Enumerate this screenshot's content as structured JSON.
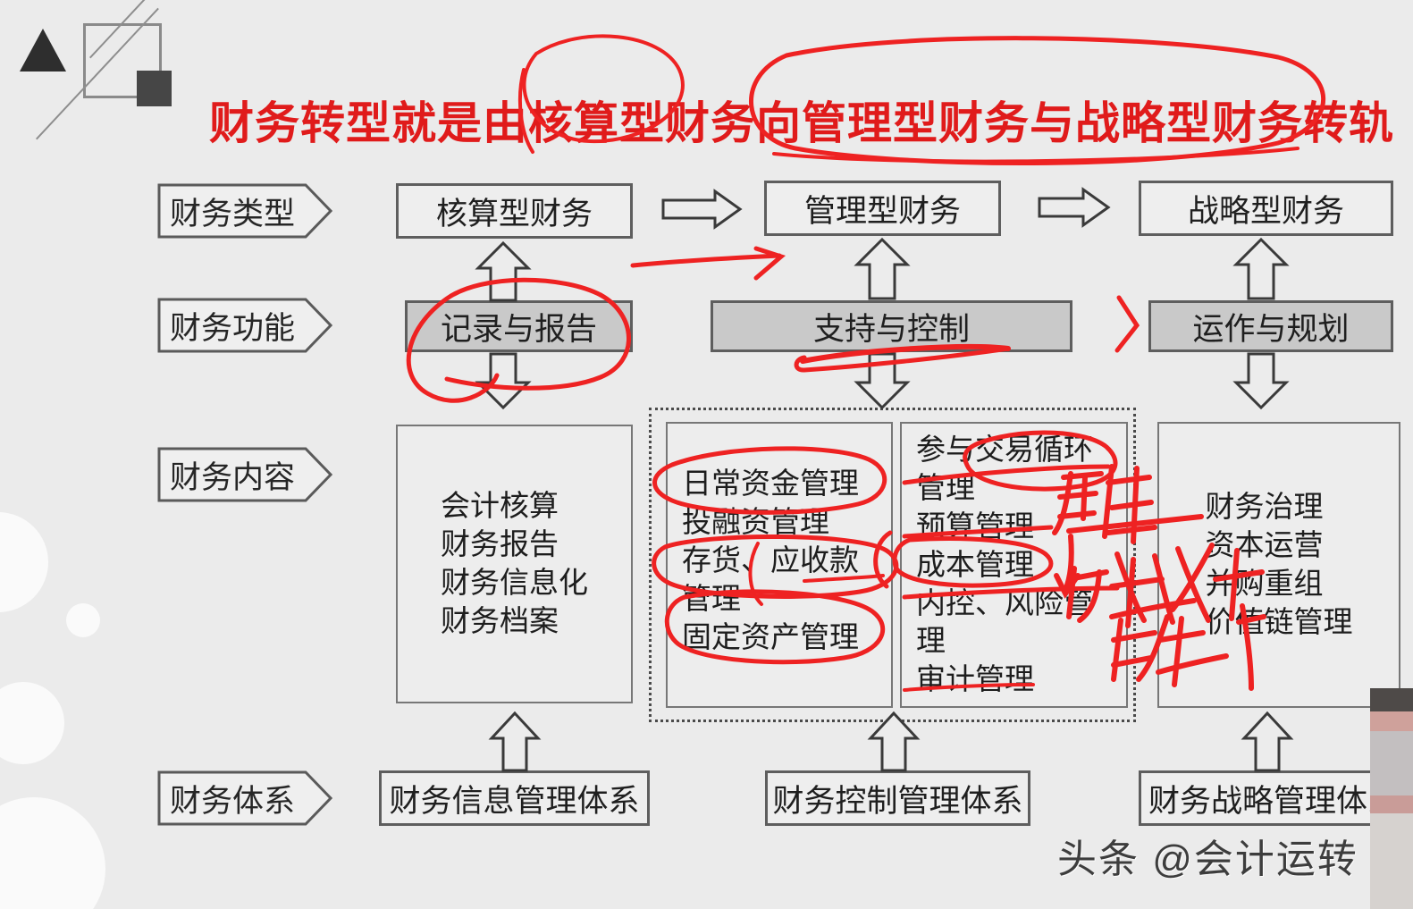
{
  "slide": {
    "title": "财务转型就是由核算型财务向管理型财务与战略型财务转轨",
    "watermark": "头条 @会计运转",
    "accent_red": "#e01b1b",
    "background": "#ebebeb",
    "box_gray": "#c9c9c9"
  },
  "row_labels": [
    {
      "label": "财务类型"
    },
    {
      "label": "财务功能"
    },
    {
      "label": "财务内容"
    },
    {
      "label": "财务体系"
    }
  ],
  "type_row": {
    "boxes": [
      {
        "label": "核算型财务"
      },
      {
        "label": "管理型财务"
      },
      {
        "label": "战略型财务"
      }
    ],
    "connectors": [
      "right-arrow",
      "right-arrow"
    ]
  },
  "function_row": {
    "boxes": [
      {
        "label": "记录与报告",
        "filled": true
      },
      {
        "label": "支持与控制",
        "filled": true
      },
      {
        "label": "运作与规划",
        "filled": true
      }
    ]
  },
  "content_row": {
    "columns": [
      {
        "lines": [
          "会计核算",
          "财务报告",
          "财务信息化",
          "财务档案"
        ]
      },
      {
        "lines": [
          "日常资金管理",
          "投融资管理",
          "存货、应收款",
          "管理",
          "固定资产管理"
        ]
      },
      {
        "lines": [
          "参与交易循环",
          "管理",
          "预算管理",
          "成本管理",
          "内控、风险管",
          "理",
          "审计管理"
        ]
      },
      {
        "lines": [
          "财务治理",
          "资本运营",
          "并购重组",
          "价值链管理"
        ]
      }
    ]
  },
  "system_row": {
    "boxes": [
      {
        "label": "财务信息管理体系"
      },
      {
        "label": "财务控制管理体系"
      },
      {
        "label": "财务战略管理体系"
      }
    ]
  },
  "annotations": {
    "handwritten": [
      "销售",
      "成本",
      "控制"
    ],
    "color": "#ee2222"
  }
}
